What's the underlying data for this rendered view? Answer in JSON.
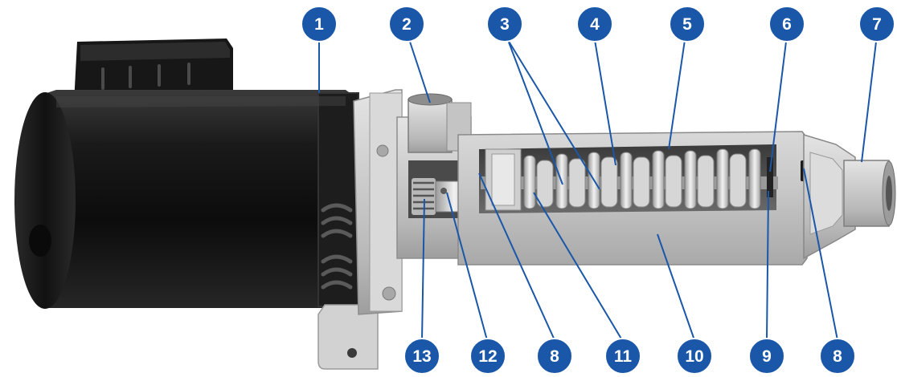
{
  "colors": {
    "callout_fill": "#1a57a8",
    "callout_text": "#ffffff",
    "leader_line": "#1a57a8",
    "motor_body": "#141414",
    "pump_housing": "#c8c8c8"
  },
  "subject": {
    "motor_name": "",
    "pump_name": ""
  },
  "callouts": {
    "top": [
      "1",
      "2",
      "3",
      "4",
      "5",
      "6",
      "7"
    ],
    "bottom": [
      "13",
      "12",
      "8",
      "11",
      "10",
      "9",
      "8"
    ]
  }
}
